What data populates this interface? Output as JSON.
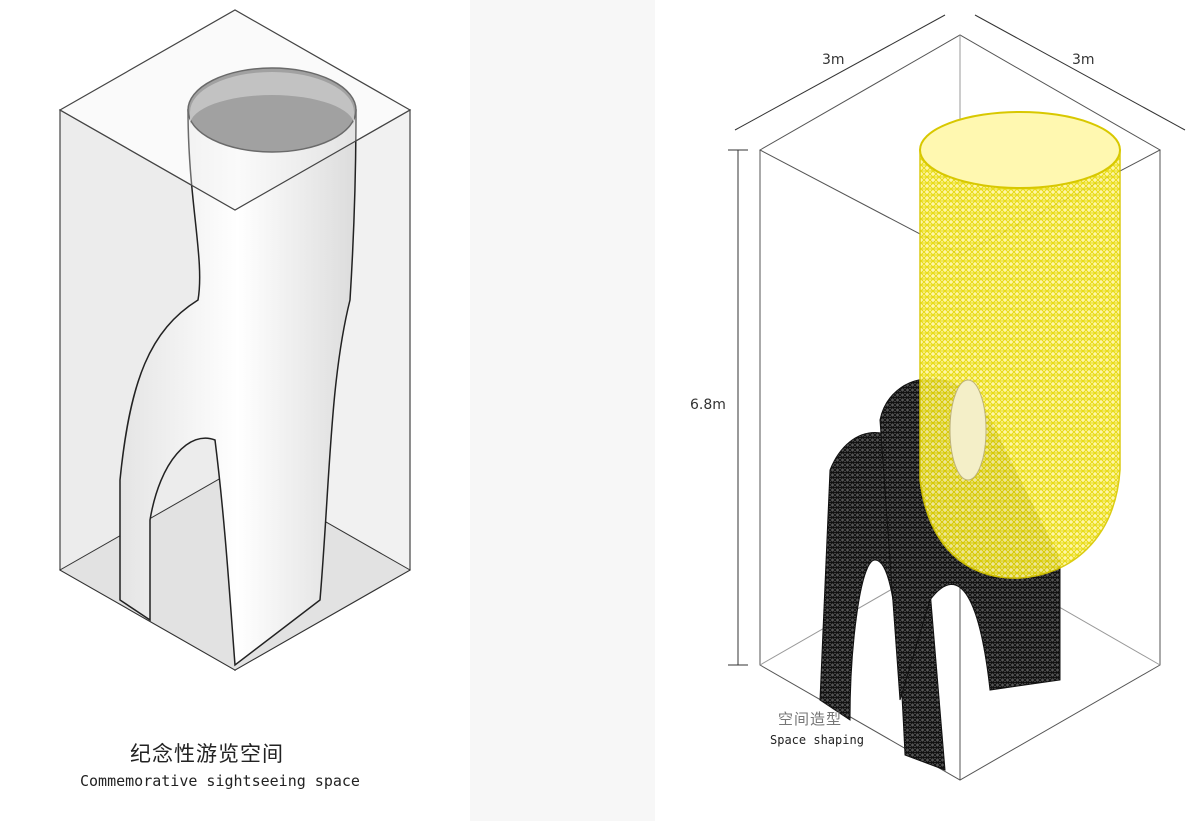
{
  "left_panel": {
    "caption_zh": "纪念性游览空间",
    "caption_en": "Commemorative sightseeing space"
  },
  "right_panel": {
    "dimension_width": "3m",
    "dimension_depth": "3m",
    "dimension_height": "6.8m",
    "caption_zh": "空间造型",
    "caption_en": "Space shaping"
  },
  "colors": {
    "mesh_yellow": "#f2e600",
    "mesh_dark": "#1a1a1a",
    "background_strip": "#f7f7f7"
  }
}
